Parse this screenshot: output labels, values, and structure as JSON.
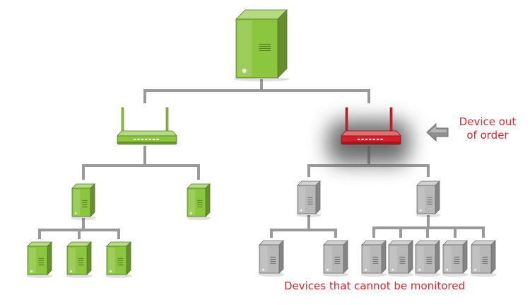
{
  "annotations": {
    "device_out_of_order": [
      "Device out",
      "of order"
    ],
    "unmonitored_devices": "Devices that cannot be monitored"
  },
  "colors": {
    "online": "#8cc63f",
    "failed": "#d4202a",
    "unreachable": "#b8b8b8",
    "connector": "#9a9a9a",
    "annotation_text": "#e0262b",
    "arrow": "#8f8f8f"
  },
  "icons": {
    "server": "server-tower-icon",
    "router": "wireless-router-icon",
    "pointer": "left-arrow-icon"
  },
  "nodes": [
    {
      "id": "core-server",
      "type": "server",
      "status": "online",
      "parent": null
    },
    {
      "id": "router-left",
      "type": "router",
      "status": "online",
      "parent": "core-server"
    },
    {
      "id": "router-right",
      "type": "router",
      "status": "failed",
      "parent": "core-server"
    },
    {
      "id": "server-l1",
      "type": "server",
      "status": "online",
      "parent": "router-left"
    },
    {
      "id": "server-l2",
      "type": "server",
      "status": "online",
      "parent": "router-left"
    },
    {
      "id": "server-l1a",
      "type": "server",
      "status": "online",
      "parent": "server-l1"
    },
    {
      "id": "server-l1b",
      "type": "server",
      "status": "online",
      "parent": "server-l1"
    },
    {
      "id": "server-l1c",
      "type": "server",
      "status": "online",
      "parent": "server-l1"
    },
    {
      "id": "server-r1",
      "type": "server",
      "status": "unreachable",
      "parent": "router-right"
    },
    {
      "id": "server-r2",
      "type": "server",
      "status": "unreachable",
      "parent": "router-right"
    },
    {
      "id": "server-r1a",
      "type": "server",
      "status": "unreachable",
      "parent": "server-r1"
    },
    {
      "id": "server-r1b",
      "type": "server",
      "status": "unreachable",
      "parent": "server-r1"
    },
    {
      "id": "server-r2a",
      "type": "server",
      "status": "unreachable",
      "parent": "server-r2"
    },
    {
      "id": "server-r2b",
      "type": "server",
      "status": "unreachable",
      "parent": "server-r2"
    },
    {
      "id": "server-r2c",
      "type": "server",
      "status": "unreachable",
      "parent": "server-r2"
    },
    {
      "id": "server-r2d",
      "type": "server",
      "status": "unreachable",
      "parent": "server-r2"
    },
    {
      "id": "server-r2e",
      "type": "server",
      "status": "unreachable",
      "parent": "server-r2"
    }
  ]
}
